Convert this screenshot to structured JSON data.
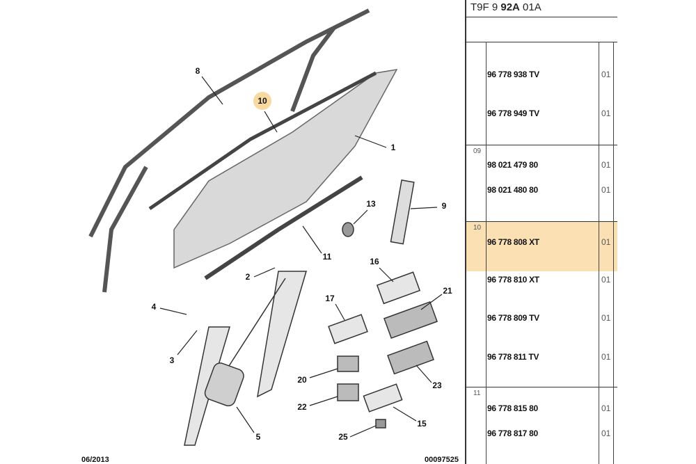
{
  "diagram": {
    "callouts": [
      "8",
      "10",
      "1",
      "13",
      "9",
      "11",
      "16",
      "2",
      "4",
      "17",
      "21",
      "3",
      "20",
      "23",
      "22",
      "15",
      "5",
      "25"
    ],
    "highlighted_callout": "10",
    "highlight_color": "#f8d9a0",
    "footer_date": "06/2013",
    "footer_ref": "00097525"
  },
  "table": {
    "title_prefix": "T9F 9 ",
    "title_bold": "92A",
    "title_suffix": " 01A",
    "highlight_color": "#fbe0b4",
    "groups": [
      {
        "ref": "",
        "rows": [
          {
            "part": "96 778 938 TV",
            "qty": "01"
          },
          {
            "part": "96 778 949 TV",
            "qty": "01"
          }
        ]
      },
      {
        "ref": "09",
        "rows": [
          {
            "part": "98 021 479 80",
            "qty": "01"
          },
          {
            "part": "98 021 480 80",
            "qty": "01"
          }
        ]
      },
      {
        "ref": "10",
        "rows": [
          {
            "part": "96 778 808 XT",
            "qty": "01"
          },
          {
            "part": "96 778 810 XT",
            "qty": "01"
          },
          {
            "part": "96 778 809 TV",
            "qty": "01"
          },
          {
            "part": "96 778 811 TV",
            "qty": "01"
          }
        ]
      },
      {
        "ref": "11",
        "rows": [
          {
            "part": "96 778 815 80",
            "qty": "01"
          },
          {
            "part": "96 778 817 80",
            "qty": "01"
          }
        ]
      }
    ]
  }
}
